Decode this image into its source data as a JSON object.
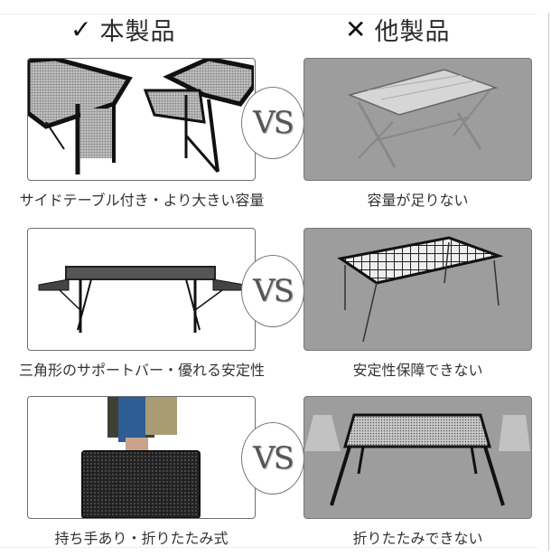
{
  "header": {
    "left": {
      "icon": "check-icon",
      "mark": "✓",
      "title": "本製品"
    },
    "right": {
      "icon": "x-icon",
      "mark": "✕",
      "title": "他製品"
    }
  },
  "vs_label": "VS",
  "rows": [
    {
      "left": {
        "image": "mesh-table-with-side-tables",
        "caption": "サイドテーブル付き・より大きい容量"
      },
      "right": {
        "image": "aluminum-roll-table",
        "caption": "容量が足りない"
      }
    },
    {
      "left": {
        "image": "table-with-triangular-support-bars",
        "caption": "三角形のサポートバー・優れる安定性"
      },
      "right": {
        "image": "wire-grid-table",
        "caption": "安定性保障できない"
      }
    },
    {
      "left": {
        "image": "person-carrying-folded-table",
        "caption": "持ち手あり・折りたたみ式"
      },
      "right": {
        "image": "fixed-leg-mesh-table",
        "caption": "折りたたみできない"
      }
    }
  ],
  "colors": {
    "background": "#ffffff",
    "good_panel_bg": "#ffffff",
    "bad_panel_bg": "#9d9d9d",
    "panel_border": "#6f6f6f",
    "text": "#333333"
  }
}
